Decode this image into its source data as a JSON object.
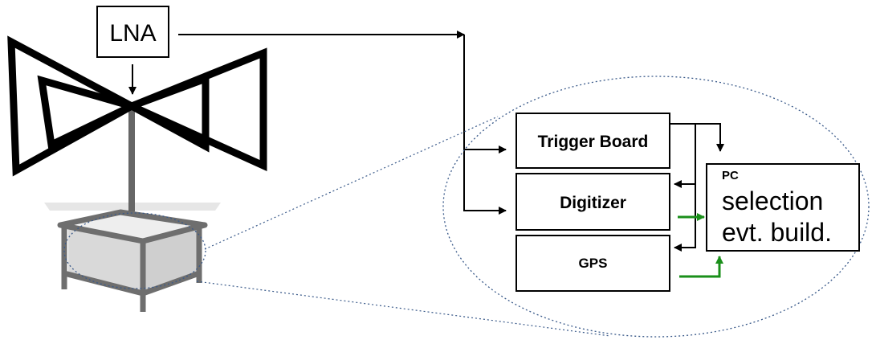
{
  "lna": {
    "label": "LNA"
  },
  "blocks": {
    "trigger": "Trigger Board",
    "digitizer": "Digitizer",
    "gps": "GPS"
  },
  "pc": {
    "title": "PC",
    "line1": "selection",
    "line2": "evt. build."
  },
  "colors": {
    "box_stroke": "#000000",
    "green_arrow": "#1a8f1a",
    "dotted": "#3a5a8a",
    "mast": "#666666",
    "table_frame": "#6e6e6e",
    "table_fill": "#d9d9d9"
  }
}
